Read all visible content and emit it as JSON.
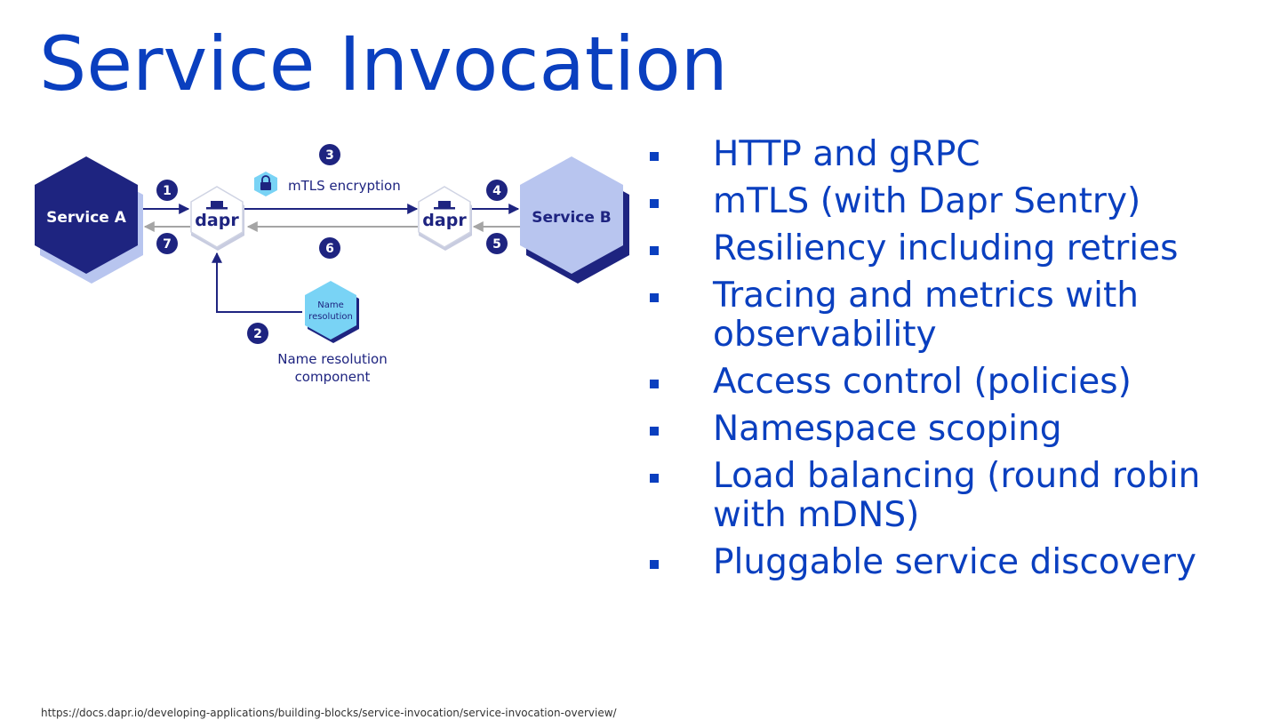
{
  "slide": {
    "title": "Service Invocation",
    "footer_url": "https://docs.dapr.io/developing-applications/building-blocks/service-invocation/service-invocation-overview/"
  },
  "diagram": {
    "service_a": "Service A",
    "service_b": "Service B",
    "sidecar_logo": "dapr",
    "mtls_label": "mTLS encryption",
    "name_resolution_hex": [
      "Name",
      "resolution"
    ],
    "name_resolution_caption": [
      "Name resolution",
      "component"
    ],
    "steps": [
      "1",
      "2",
      "3",
      "4",
      "5",
      "6",
      "7"
    ],
    "icons": [
      "lock-icon"
    ]
  },
  "bullets": [
    "HTTP and gRPC",
    "mTLS (with Dapr Sentry)",
    "Resiliency including retries",
    "Tracing and metrics with observability",
    "Access control (policies)",
    "Namespace scoping",
    "Load balancing (round robin with mDNS)",
    "Pluggable service discovery"
  ],
  "colors": {
    "title_blue": "#0a3fbf",
    "navy": "#1e2480",
    "service_b_fill": "#b8c5ef",
    "name_resolution_fill": "#79d3f5",
    "return_arrow_gray": "#a5a5a5"
  }
}
